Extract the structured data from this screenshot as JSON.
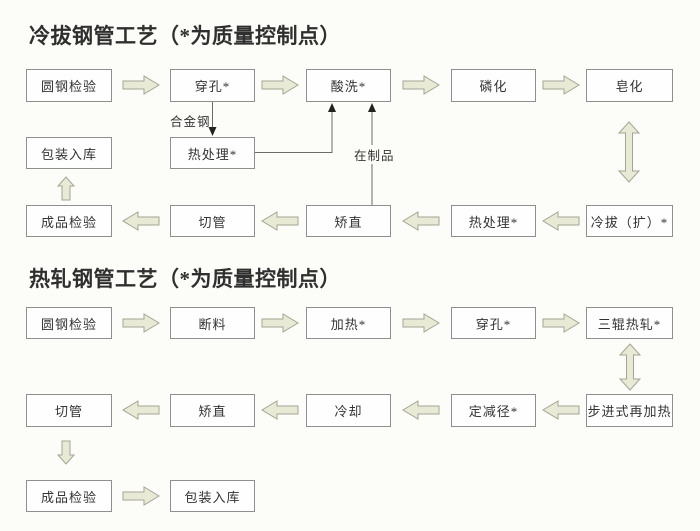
{
  "colors": {
    "background": "#fcfdf8",
    "box_fill": "#fefefe",
    "box_border": "#8f8f8f",
    "block_arrow_fill": "#e9ead6",
    "block_arrow_stroke": "#a3a494",
    "connector_line": "#6a6a6a",
    "text": "#2b2b2b"
  },
  "cold": {
    "title": "冷拔钢管工艺（*为质量控制点）",
    "nodes": {
      "round_steel_inspection": "圆钢检验",
      "piercing": "穿孔*",
      "pickling": "酸洗*",
      "phosphating": "磷化",
      "saponification": "皂化",
      "packing": "包装入库",
      "heat_treatment_alloy": "热处理*",
      "finished_inspection": "成品检验",
      "cutting": "切管",
      "straightening": "矫直",
      "heat_treatment": "热处理*",
      "cold_drawing": "冷拔（扩）*"
    },
    "edge_labels": {
      "alloy_steel": "合金钢",
      "work_in_process": "在制品"
    },
    "edges": [
      {
        "from": "圆钢检验",
        "to": "穿孔*",
        "style": "block-arrow"
      },
      {
        "from": "穿孔*",
        "to": "酸洗*",
        "style": "block-arrow"
      },
      {
        "from": "酸洗*",
        "to": "磷化",
        "style": "block-arrow"
      },
      {
        "from": "磷化",
        "to": "皂化",
        "style": "block-arrow"
      },
      {
        "from": "皂化",
        "to": "冷拔（扩）*",
        "style": "double-block-arrow"
      },
      {
        "from": "冷拔（扩）*",
        "to": "热处理*",
        "style": "block-arrow"
      },
      {
        "from": "热处理*",
        "to": "矫直",
        "style": "block-arrow"
      },
      {
        "from": "矫直",
        "to": "切管",
        "style": "block-arrow"
      },
      {
        "from": "切管",
        "to": "成品检验",
        "style": "block-arrow"
      },
      {
        "from": "成品检验",
        "to": "包装入库",
        "style": "block-arrow"
      },
      {
        "from": "穿孔*",
        "to": "热处理*",
        "label": "合金钢",
        "style": "thin-line"
      },
      {
        "from": "热处理*",
        "to": "酸洗*",
        "style": "thin-line"
      },
      {
        "from": "矫直",
        "to": "酸洗*",
        "label": "在制品",
        "style": "thin-line"
      }
    ]
  },
  "hot": {
    "title": "热轧钢管工艺（*为质量控制点）",
    "nodes": {
      "round_steel_inspection": "圆钢检验",
      "blanking": "断料",
      "heating": "加热*",
      "piercing": "穿孔*",
      "three_roll_rolling": "三辊热轧*",
      "cutting": "切管",
      "straightening": "矫直",
      "cooling": "冷却",
      "sizing_reducing": "定减径*",
      "walking_beam_reheating": "步进式再加热",
      "finished_inspection": "成品检验",
      "packing": "包装入库"
    },
    "edges": [
      {
        "from": "圆钢检验",
        "to": "断料",
        "style": "block-arrow"
      },
      {
        "from": "断料",
        "to": "加热*",
        "style": "block-arrow"
      },
      {
        "from": "加热*",
        "to": "穿孔*",
        "style": "block-arrow"
      },
      {
        "from": "穿孔*",
        "to": "三辊热轧*",
        "style": "block-arrow"
      },
      {
        "from": "三辊热轧*",
        "to": "步进式再加热",
        "style": "double-block-arrow"
      },
      {
        "from": "步进式再加热",
        "to": "定减径*",
        "style": "block-arrow"
      },
      {
        "from": "定减径*",
        "to": "冷却",
        "style": "block-arrow"
      },
      {
        "from": "冷却",
        "to": "矫直",
        "style": "block-arrow"
      },
      {
        "from": "矫直",
        "to": "切管",
        "style": "block-arrow"
      },
      {
        "from": "切管",
        "to": "成品检验",
        "style": "block-arrow"
      },
      {
        "from": "成品检验",
        "to": "包装入库",
        "style": "block-arrow"
      }
    ]
  }
}
